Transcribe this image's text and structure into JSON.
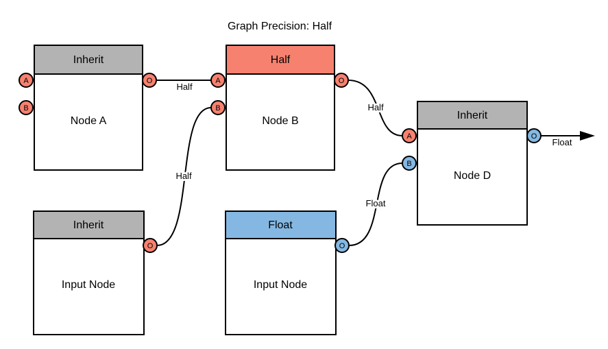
{
  "title": "Graph Precision: Half",
  "colors": {
    "inherit_gray": "#b3b3b3",
    "half_red": "#f7816f",
    "float_blue": "#84b8e2",
    "stroke_black": "#000000",
    "background_white": "#ffffff"
  },
  "nodes": [
    {
      "label": "Node A",
      "header": "Inherit",
      "ports": {
        "a": "A",
        "b": "B",
        "out": "O"
      }
    },
    {
      "label": "Node B",
      "header": "Half",
      "ports": {
        "a": "A",
        "b": "B",
        "out": "O"
      }
    },
    {
      "label": "Input Node",
      "header": "Inherit",
      "ports": {
        "out": "O"
      }
    },
    {
      "label": "Input Node",
      "header": "Float",
      "ports": {
        "out": "O"
      }
    },
    {
      "label": "Node D",
      "header": "Inherit",
      "ports": {
        "a": "A",
        "b": "B",
        "out": "O"
      }
    }
  ],
  "edges": [
    {
      "from": "Node A.O",
      "to": "Node B.A",
      "label": "Half"
    },
    {
      "from": "Input Node (Inherit).O",
      "to": "Node B.B",
      "label": "Half"
    },
    {
      "from": "Node B.O",
      "to": "Node D.A",
      "label": "Half"
    },
    {
      "from": "Input Node (Float).O",
      "to": "Node D.B",
      "label": "Float"
    },
    {
      "from": "Node D.O",
      "to": "graph output",
      "label": "Float"
    }
  ]
}
